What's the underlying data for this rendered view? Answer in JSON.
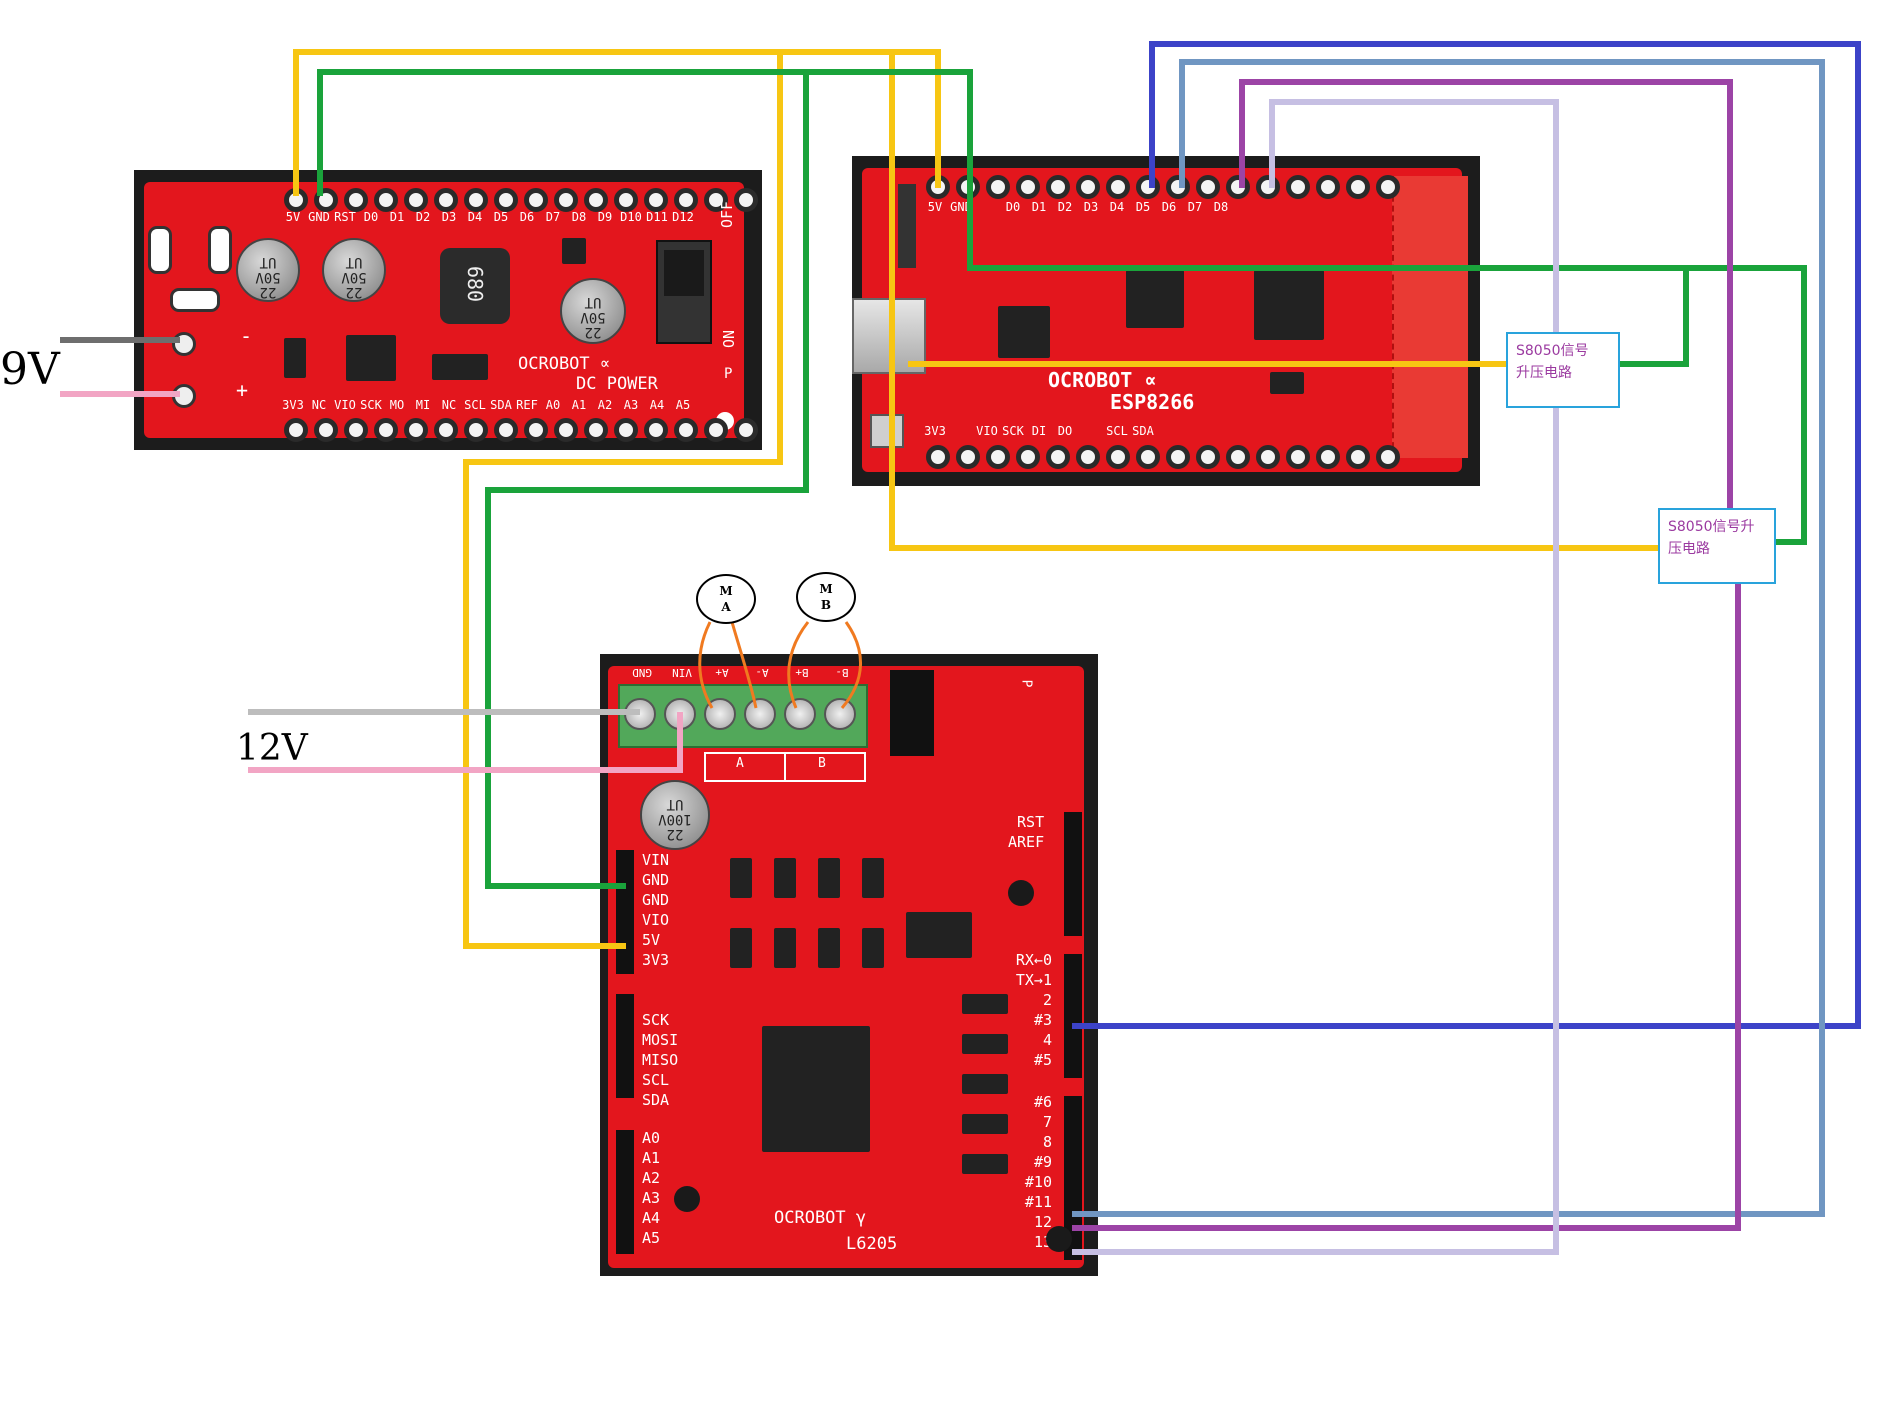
{
  "power_inputs": {
    "v9": "9V",
    "v12": "12V"
  },
  "dc_power_board": {
    "title_line1": "OCROBOT ∝",
    "title_line2": "DC POWER",
    "top_pins": [
      "5V",
      "GND",
      "RST",
      "D0",
      "D1",
      "D2",
      "D3",
      "D4",
      "D5",
      "D6",
      "D7",
      "D8",
      "D9",
      "D10",
      "D11",
      "D12"
    ],
    "bottom_pins": [
      "3V3",
      "NC",
      "VIO",
      "SCK",
      "MO",
      "MI",
      "NC",
      "SCL",
      "SDA",
      "REF",
      "A0",
      "A1",
      "A2",
      "A3",
      "A4",
      "A5"
    ],
    "switch_off": "OFF",
    "switch_on": "ON",
    "switch_p": "P",
    "minus": "-",
    "plus": "+",
    "cap1": "22\n50V\nUT",
    "cap2": "22\n50V\nUT",
    "cap3": "22\n50V\nUT",
    "inductor": "680"
  },
  "esp_board": {
    "title_line1": "OCROBOT ∝",
    "title_line2": "ESP8266",
    "top_pins": [
      "5V",
      "GND",
      "",
      "D0",
      "D1",
      "D2",
      "D3",
      "D4",
      "D5",
      "D6",
      "D7",
      "D8"
    ],
    "bottom_pins": [
      "3V3",
      "",
      "VIO",
      "SCK",
      "DI",
      "DO",
      "",
      "SCL",
      "SDA"
    ]
  },
  "l6205_board": {
    "title_line1": "OCROBOT γ",
    "title_line2": "L6205",
    "terminal_labels": [
      "GND",
      "VIN",
      "A+",
      "A-",
      "B+",
      "B-"
    ],
    "bridge_a": "A",
    "bridge_b": "B",
    "left_power_pins": "VIN\nGND\nGND\nVIO\n5V\n3V3",
    "left_spi_pins": "SCK\nMOSI\nMISO\nSCL\nSDA",
    "left_analog_pins": "A0\nA1\nA2\nA3\nA4\nA5",
    "right_top": "RST\nAREF",
    "right_digital": "RX←0\nTX→1\n2\n#3\n4\n#5",
    "right_digital2": "#6\n7\n8\n#9\n#10\n#11\n12\n13",
    "cap": "22\n100V\nUT",
    "p_label": "P"
  },
  "motors": {
    "a_line1": "M",
    "a_line2": "A",
    "b_line1": "M",
    "b_line2": "B"
  },
  "boost_circuits": {
    "box1": "S8050信号\n升压电路",
    "box2": "S8050信号升\n压电路"
  },
  "colors": {
    "wire_yellow": "#f7c613",
    "wire_green": "#1aa33b",
    "wire_blue": "#3c43c8",
    "wire_steel": "#7096c2",
    "wire_purple": "#9c44a6",
    "wire_lavender": "#c6bfe3",
    "wire_gray": "#bdbdbd",
    "wire_pink": "#f2a5c4",
    "wire_dark": "#6e6e6e",
    "motor_leads": "#f07a20",
    "pcb_red": "#e3161d",
    "box_border": "#29a3dc",
    "box_text": "#9b3aa0"
  }
}
